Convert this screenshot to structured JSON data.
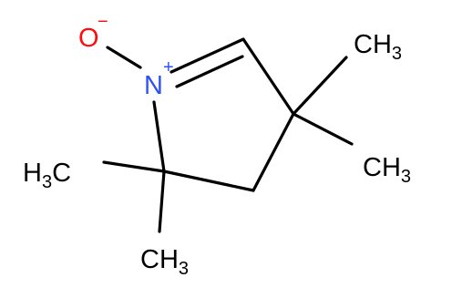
{
  "molecule": {
    "atoms": {
      "oxygen": {
        "symbol": "O",
        "charge": "−",
        "color": "#ff0d0d"
      },
      "nitrogen": {
        "symbol": "N",
        "charge": "+",
        "color": "#3050f8"
      },
      "methyl_top_right": {
        "main": "CH",
        "sub": "3",
        "color": "#000000"
      },
      "methyl_right": {
        "main": "CH",
        "sub": "3",
        "color": "#000000"
      },
      "methyl_left": {
        "main": "H",
        "sub": "3",
        "tail": "C",
        "color": "#000000"
      },
      "methyl_bottom": {
        "main": "CH",
        "sub": "3",
        "color": "#000000"
      }
    }
  }
}
